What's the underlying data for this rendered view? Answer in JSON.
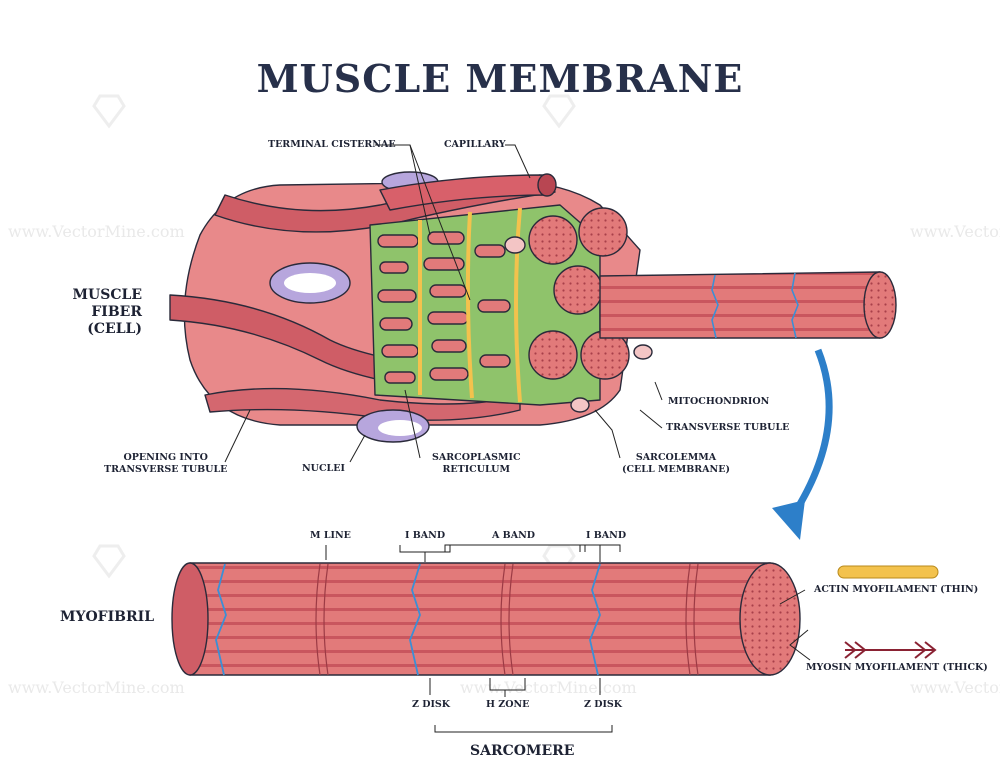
{
  "title": "MUSCLE MEMBRANE",
  "watermark": "www.VectorMine.com",
  "sections": {
    "muscle_fiber": [
      "MUSCLE FIBER",
      "(CELL)"
    ],
    "myofibril": "MYOFIBRIL"
  },
  "labels": {
    "terminal_cisternae": "TERMINAL CISTERNAE",
    "capillary": "CAPILLARY",
    "mitochondrion": "MITOCHONDRION",
    "transverse_tubule": "TRANSVERSE TUBULE",
    "sarcolemma": [
      "SARCOLEMMA",
      "(CELL MEMBRANE)"
    ],
    "sarcoplasmic_reticulum": [
      "SARCOPLASMIC",
      "RETICULUM"
    ],
    "nuclei": "NUCLEI",
    "opening": [
      "OPENING INTO",
      "TRANSVERSE TUBULE"
    ],
    "m_line": "M LINE",
    "i_band_left": "I BAND",
    "a_band": "A BAND",
    "i_band_right": "I BAND",
    "actin": "ACTIN MYOFILAMENT (THIN)",
    "myosin": "MYOSIN MYOFILAMENT (THICK)",
    "z_disk_left": "Z DISK",
    "h_zone": "H ZONE",
    "z_disk_right": "Z DISK",
    "sarcomere": "SARCOMERE"
  },
  "colors": {
    "title": "#27304a",
    "muscle": "#e27a7a",
    "muscle_dark": "#c9565e",
    "sr_green": "#8fc36b",
    "t_tubule_yellow": "#f3c24d",
    "nucleus": "#b7a6dd",
    "z_line_blue": "#3a8fd6",
    "arrow_blue": "#2d7fc9"
  }
}
